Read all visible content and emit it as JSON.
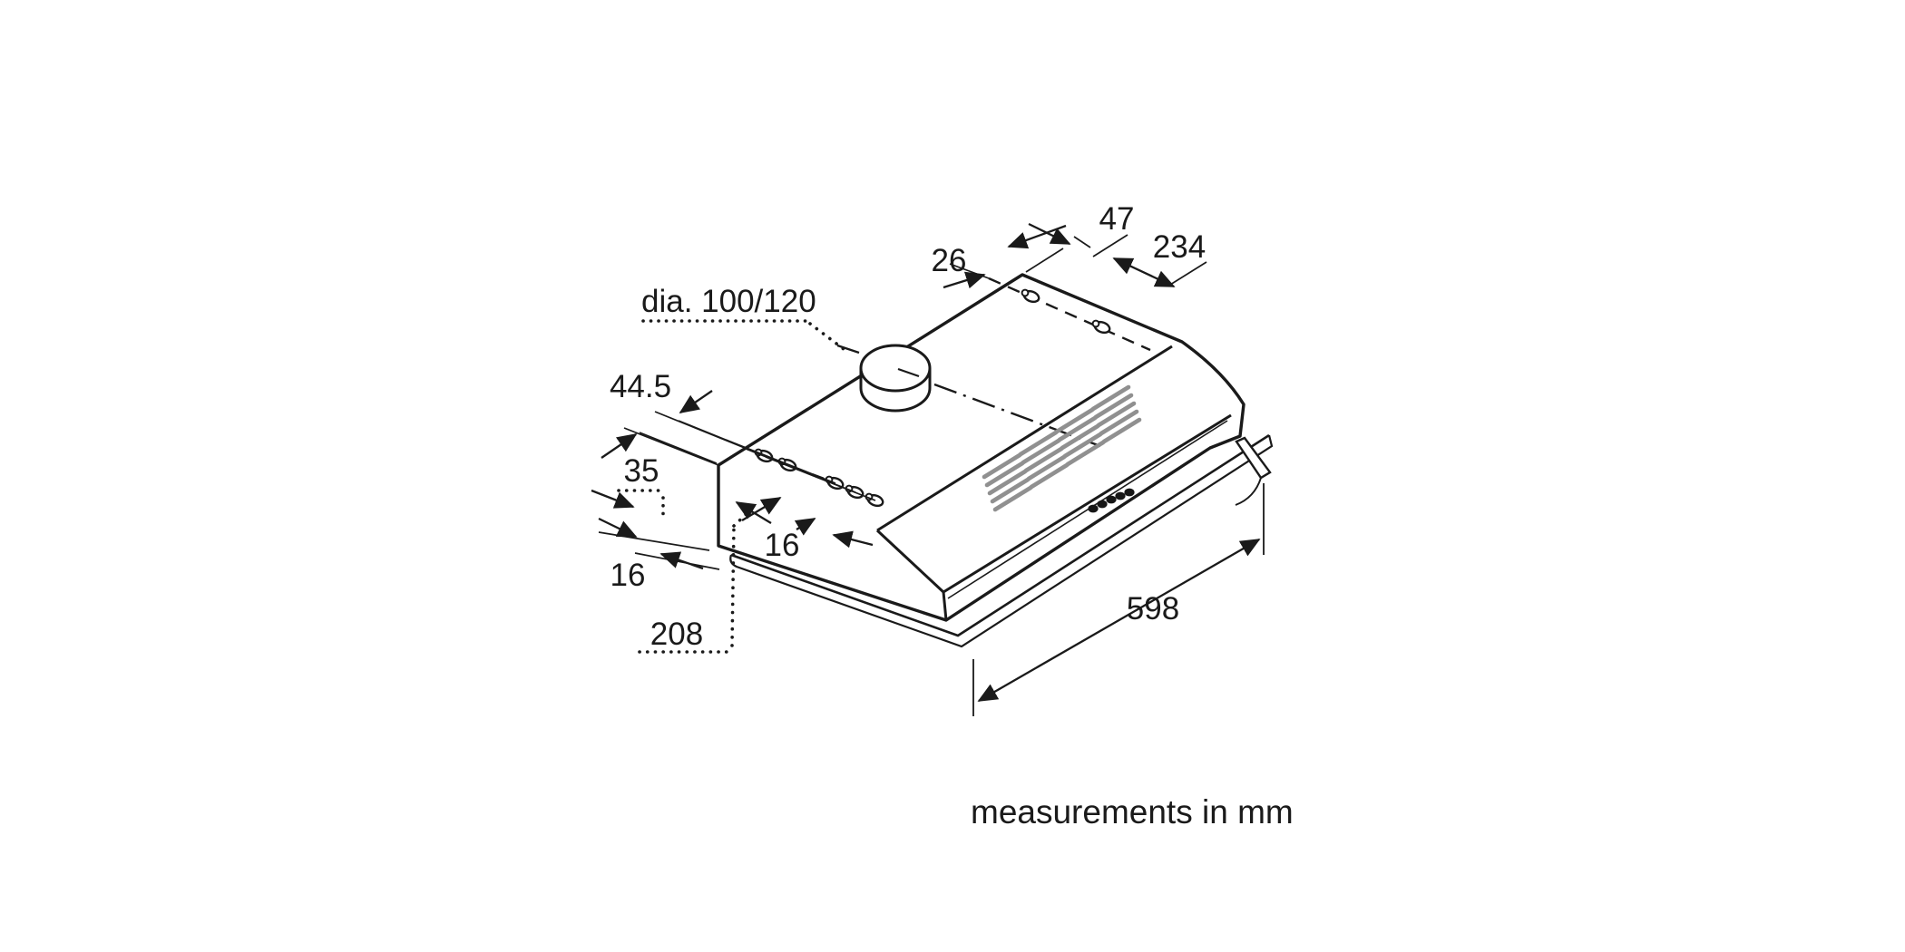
{
  "page": {
    "background": "#ffffff"
  },
  "diagram": {
    "subject": "under-cabinet cooker hood installation drawing",
    "footer": "measurements in mm",
    "labels": {
      "duct_diameter": "dia. 100/120",
      "dim_26": "26",
      "dim_47": "47",
      "dim_234": "234",
      "dim_44_5": "44.5",
      "dim_35": "35",
      "dim_16_left": "16",
      "dim_16_right": "16",
      "dim_208": "208",
      "dim_598": "598"
    },
    "colors": {
      "line": "#1a1a1a",
      "grille_slat": "#909090",
      "background": "#ffffff"
    },
    "features": [
      "duct-collar",
      "mounting-keyholes-left-count-5",
      "mounting-keyholes-right-count-2",
      "grease-filter-grille",
      "control-buttons-count-5",
      "pull-out-visor"
    ]
  }
}
